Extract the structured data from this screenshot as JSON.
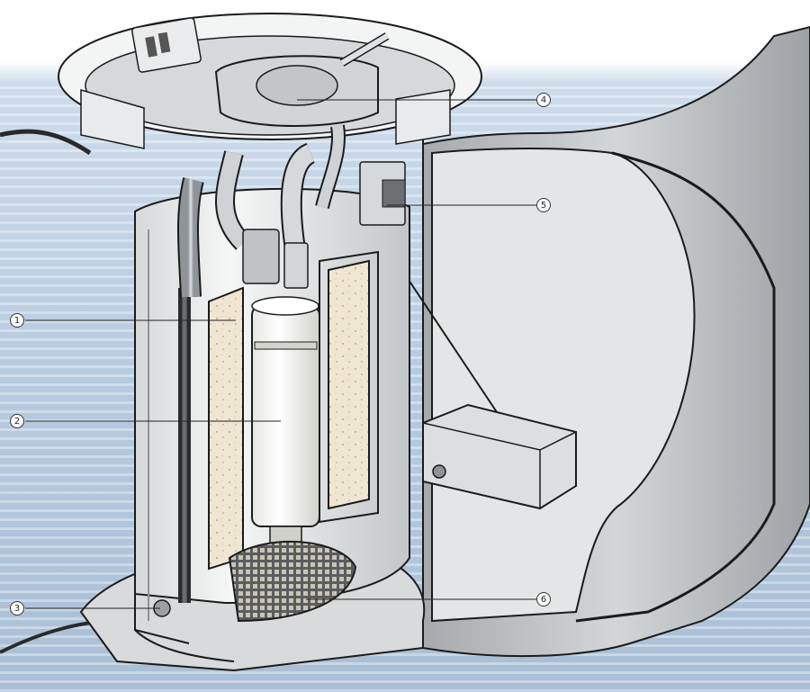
{
  "callouts": [
    {
      "id": "1",
      "label": "1"
    },
    {
      "id": "2",
      "label": "2"
    },
    {
      "id": "3",
      "label": "3"
    },
    {
      "id": "4",
      "label": "4"
    },
    {
      "id": "5",
      "label": "5"
    },
    {
      "id": "6",
      "label": "6"
    }
  ],
  "colors": {
    "background_top": "#ffffff",
    "background_band": "#bcd0e4",
    "tank_gray": "#c9ccce",
    "tank_shadow": "#8f9396",
    "module_white": "#eef0f0",
    "filter_beige": "#efe6d2",
    "pump_white": "#f7f7f5",
    "hose_gray": "#b5b9bc",
    "outline": "#1b1b1b",
    "mesh_dark": "#4a4d50"
  }
}
